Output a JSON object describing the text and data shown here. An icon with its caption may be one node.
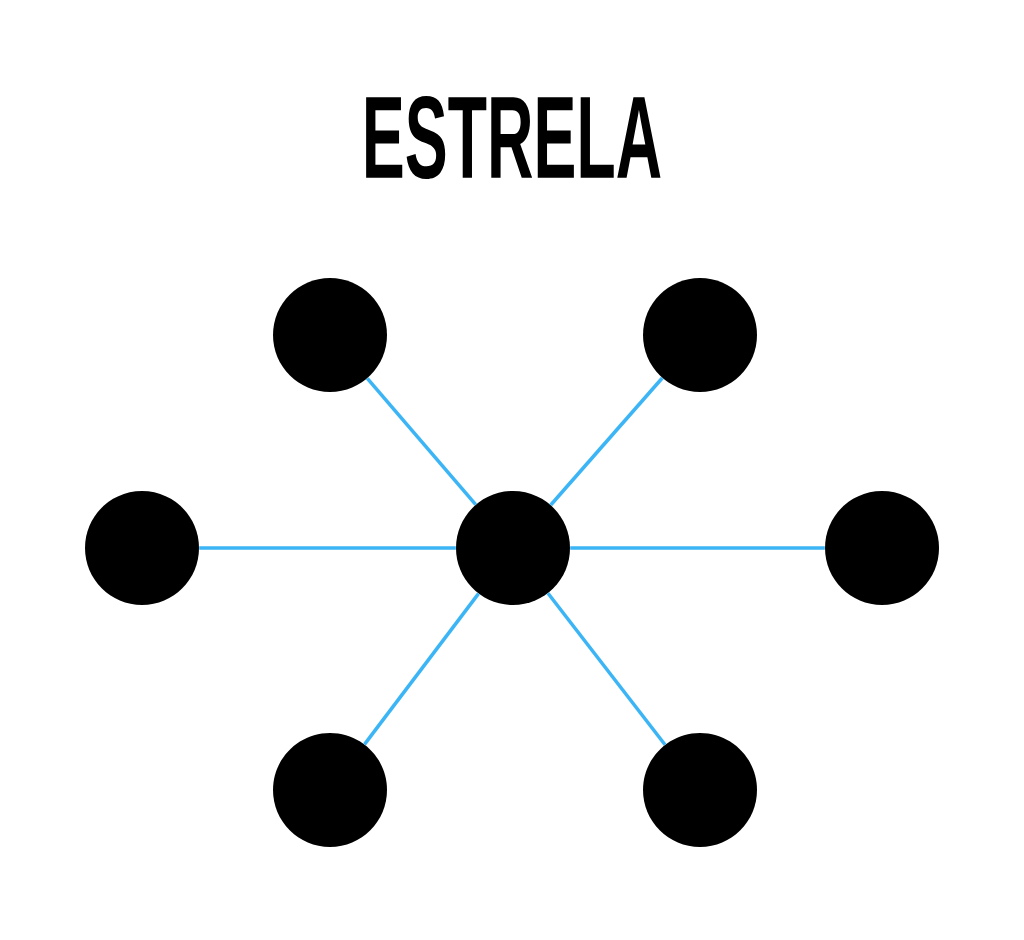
{
  "diagram": {
    "title": "ESTRELA",
    "nodes": [
      {
        "text": [],
        "shape": "circle"
      },
      {
        "text": [],
        "shape": "circle"
      },
      {
        "text": [],
        "shape": "circle"
      },
      {
        "text": [],
        "shape": "circle"
      },
      {
        "text": [],
        "shape": "circle"
      },
      {
        "text": [],
        "shape": "circle"
      },
      {
        "text": [],
        "shape": "circle"
      }
    ],
    "edges": [
      {
        "from": 3,
        "to": 0,
        "arrow": "none"
      },
      {
        "from": 3,
        "to": 1,
        "arrow": "none"
      },
      {
        "from": 3,
        "to": 2,
        "arrow": "none"
      },
      {
        "from": 3,
        "to": 4,
        "arrow": "none"
      },
      {
        "from": 3,
        "to": 5,
        "arrow": "none"
      },
      {
        "from": 3,
        "to": 6,
        "arrow": "none"
      }
    ]
  }
}
